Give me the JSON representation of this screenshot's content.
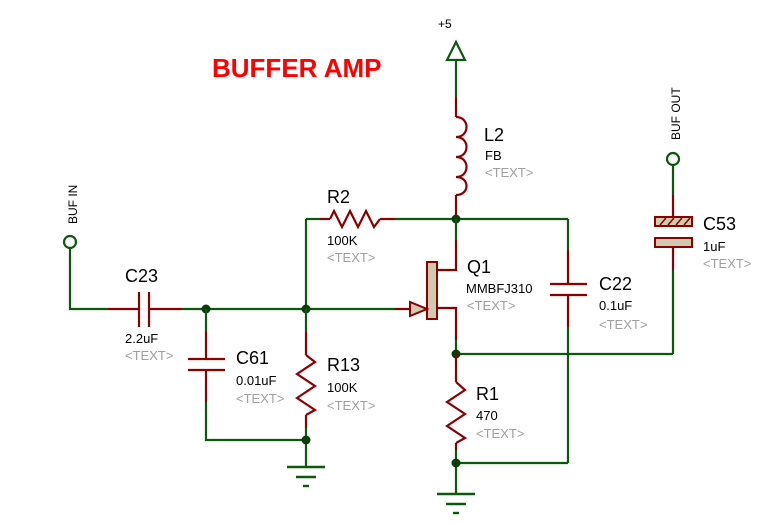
{
  "title": "BUFFER AMP",
  "power": {
    "label": "+5"
  },
  "terminals": {
    "input": {
      "label": "BUF IN"
    },
    "output": {
      "label": "BUF OUT"
    }
  },
  "components": {
    "L2": {
      "ref": "L2",
      "value": "FB",
      "text": "<TEXT>",
      "type": "inductor"
    },
    "R2": {
      "ref": "R2",
      "value": "100K",
      "text": "<TEXT>",
      "type": "resistor"
    },
    "Q1": {
      "ref": "Q1",
      "value": "MMBFJ310",
      "text": "<TEXT>",
      "type": "n-jfet"
    },
    "C22": {
      "ref": "C22",
      "value": "0.1uF",
      "text": "<TEXT>",
      "type": "capacitor"
    },
    "C53": {
      "ref": "C53",
      "value": "1uF",
      "text": "<TEXT>",
      "type": "polarized-capacitor"
    },
    "C23": {
      "ref": "C23",
      "value": "2.2uF",
      "text": "<TEXT>",
      "type": "capacitor"
    },
    "C61": {
      "ref": "C61",
      "value": "0.01uF",
      "text": "<TEXT>",
      "type": "capacitor"
    },
    "R13": {
      "ref": "R13",
      "value": "100K",
      "text": "<TEXT>",
      "type": "resistor"
    },
    "R1": {
      "ref": "R1",
      "value": "470",
      "text": "<TEXT>",
      "type": "resistor"
    }
  },
  "colors": {
    "title": "#ff0000",
    "wire": "#0b5a0b",
    "component": "#8b0000",
    "component_fill": "#cfcab0",
    "placeholder_text": "#a0a0a0"
  }
}
